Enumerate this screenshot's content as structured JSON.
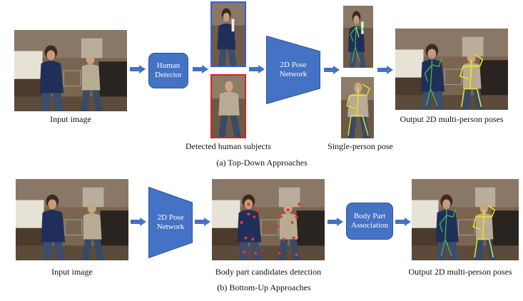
{
  "top": {
    "input_label": "Input image",
    "detector_label": "Human Detector",
    "detected_label": "Detected human subjects",
    "pose_network_label": "2D Pose Network",
    "single_pose_label": "Single-person pose",
    "output_label": "Output 2D multi-person poses",
    "caption": "(a) Top-Down Approaches"
  },
  "bottom": {
    "input_label": "Input image",
    "pose_network_label": "2D Pose Network",
    "candidates_label": "Body part candidates detection",
    "association_label": "Body Part Association",
    "output_label": "Output 2D multi-person poses",
    "caption": "(b) Bottom-Up Approaches"
  },
  "colors": {
    "block_fill": "#4472c4",
    "block_border": "#2f5597",
    "detected_box_1": "#3b5bdb",
    "detected_box_2": "#e02020",
    "skeleton_yellow": "#f2e21b",
    "skeleton_green": "#4caf50",
    "keypoint_red": "#e53935"
  },
  "icons": [
    "arrow-right-icon"
  ]
}
